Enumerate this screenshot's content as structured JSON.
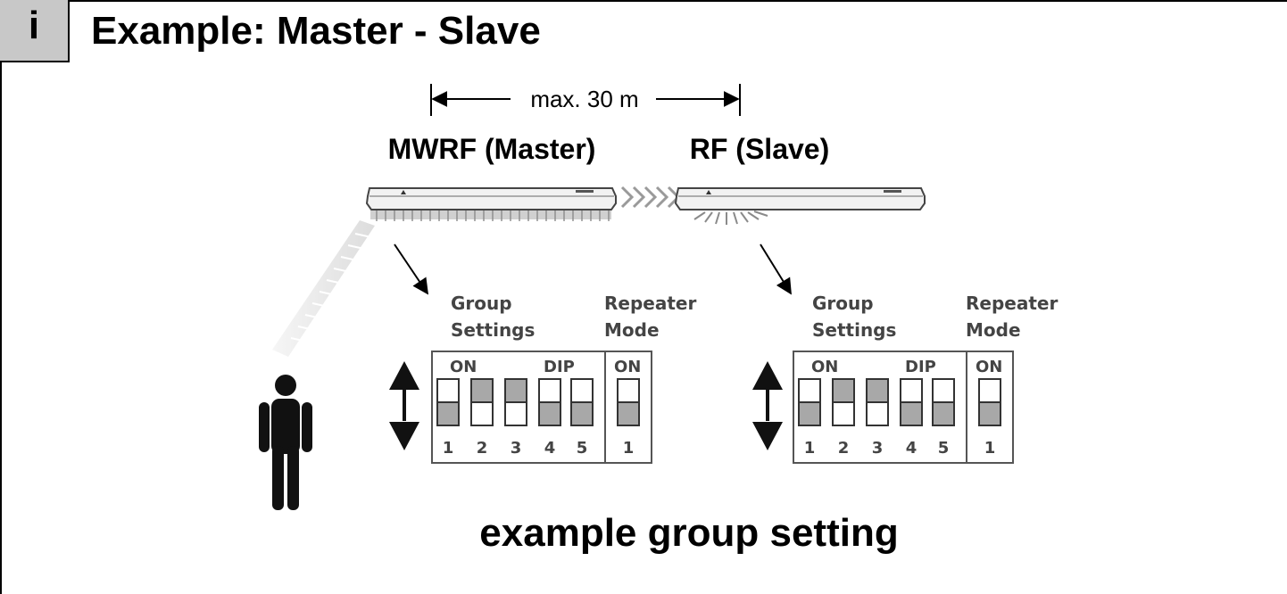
{
  "header": {
    "icon_letter": "i",
    "title": "Example: Master - Slave"
  },
  "distance_label": "max. 30 m",
  "devices": {
    "master_label": "MWRF (Master)",
    "slave_label": "RF (Slave)"
  },
  "panels": [
    {
      "group_label_line1": "Group",
      "group_label_line2": "Settings",
      "repeater_label_line1": "Repeater",
      "repeater_label_line2": "Mode",
      "on_label": "ON",
      "dip_label": "DIP",
      "repeater_on_label": "ON",
      "switches": [
        {
          "number": "1",
          "state": "off"
        },
        {
          "number": "2",
          "state": "on"
        },
        {
          "number": "3",
          "state": "on"
        },
        {
          "number": "4",
          "state": "off"
        },
        {
          "number": "5",
          "state": "off"
        }
      ],
      "repeater_switch": {
        "number": "1",
        "state": "off"
      }
    },
    {
      "group_label_line1": "Group",
      "group_label_line2": "Settings",
      "repeater_label_line1": "Repeater",
      "repeater_label_line2": "Mode",
      "on_label": "ON",
      "dip_label": "DIP",
      "repeater_on_label": "ON",
      "switches": [
        {
          "number": "1",
          "state": "off"
        },
        {
          "number": "2",
          "state": "on"
        },
        {
          "number": "3",
          "state": "on"
        },
        {
          "number": "4",
          "state": "off"
        },
        {
          "number": "5",
          "state": "off"
        }
      ],
      "repeater_switch": {
        "number": "1",
        "state": "off"
      }
    }
  ],
  "caption": "example group setting",
  "colors": {
    "switch_fill": "#a8a8a8",
    "header_box": "#c8c8c8",
    "line": "#000000"
  }
}
